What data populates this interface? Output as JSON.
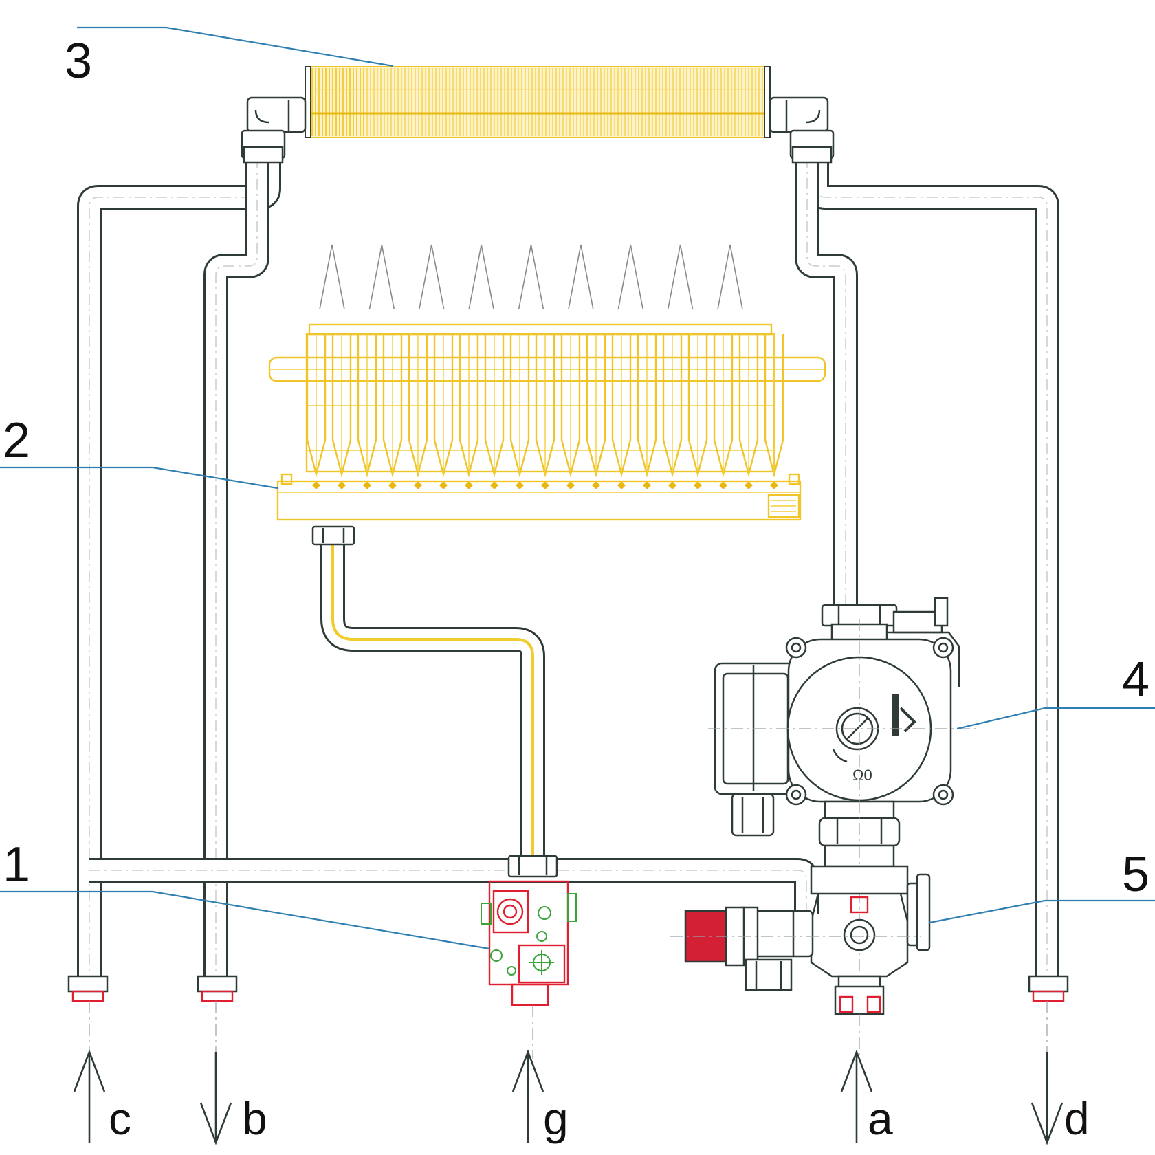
{
  "callouts": [
    {
      "id": "1",
      "text": "1"
    },
    {
      "id": "2",
      "text": "2"
    },
    {
      "id": "3",
      "text": "3"
    },
    {
      "id": "4",
      "text": "4"
    },
    {
      "id": "5",
      "text": "5"
    }
  ],
  "connections": [
    {
      "id": "c",
      "text": "c",
      "direction": "up"
    },
    {
      "id": "b",
      "text": "b",
      "direction": "down"
    },
    {
      "id": "g",
      "text": "g",
      "direction": "up"
    },
    {
      "id": "a",
      "text": "a",
      "direction": "up"
    },
    {
      "id": "d",
      "text": "d",
      "direction": "down"
    }
  ],
  "flame_count": 9,
  "colors": {
    "heat_exchanger": "#f1c81f",
    "burner": "#efc52a",
    "gas_valve": "#e02030",
    "valve_cap": "#d42035",
    "pipe_outline": "#2e3b38",
    "leader_line": "#2f7fb0"
  }
}
